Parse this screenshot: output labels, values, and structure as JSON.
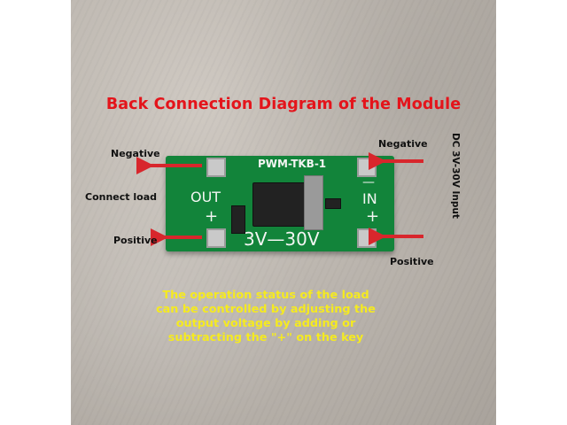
{
  "title": "Back Connection Diagram of the Module",
  "board": {
    "model": "PWM-TKB-1",
    "out_label": "OUT",
    "in_label": "IN",
    "plus": "+",
    "minus": "—",
    "voltage": "3V—30V"
  },
  "labels": {
    "negative_left": "Negative",
    "negative_right": "Negative",
    "connect_load": "Connect load",
    "positive_left": "Positive",
    "positive_right": "Positive",
    "dc_input": "DC 3V-30V Input"
  },
  "note": {
    "lines": [
      "The operation status of the load",
      "can be controlled by adjusting the",
      "output voltage by adding or",
      "subtracting the \"+\" on the key"
    ]
  },
  "colors": {
    "title": "#e4141b",
    "arrow": "#d8262c",
    "pcb": "#12843a",
    "note": "#f5ea20"
  },
  "icons": [
    "arrow-left-icon"
  ]
}
